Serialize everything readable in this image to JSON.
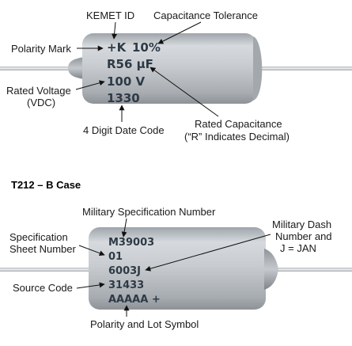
{
  "top": {
    "markings": {
      "polarity_id": "+K",
      "tolerance": "10%",
      "capacitance": "R56 µF",
      "voltage": "100 V",
      "date_code": "1330"
    },
    "labels": {
      "kemet_id": "KEMET ID",
      "capacitance_tolerance": "Capacitance Tolerance",
      "polarity_mark": "Polarity Mark",
      "rated_voltage_line1": "Rated Voltage",
      "rated_voltage_line2": "(VDC)",
      "date_code": "4 Digit Date Code",
      "rated_capacitance_line1": "Rated Capacitance",
      "rated_capacitance_line2": "(“R” Indicates Decimal)"
    }
  },
  "section_heading": "T212 – B Case",
  "bottom": {
    "markings": {
      "mil_spec": "M39003",
      "sheet": "01",
      "dash": "6003J",
      "source": "31433",
      "lot": "AAAAA +"
    },
    "labels": {
      "mil_spec_number": "Military Specification Number",
      "military_dash_line1": "Military Dash",
      "military_dash_line2": "Number and",
      "military_dash_line3": "J = JAN",
      "spec_sheet_line1": "Specification",
      "spec_sheet_line2": "Sheet Number",
      "source_code": "Source Code",
      "polarity_lot": "Polarity and Lot Symbol"
    }
  }
}
